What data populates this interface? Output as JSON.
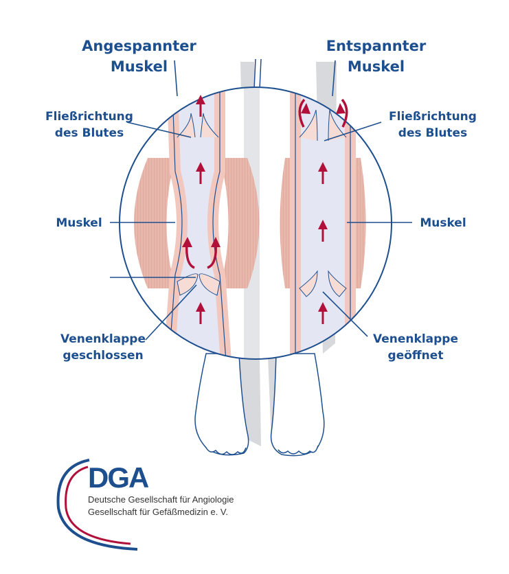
{
  "titles": {
    "left": [
      "Angespannter",
      "Muskel"
    ],
    "right": [
      "Entspannter",
      "Muskel"
    ]
  },
  "labels": {
    "flow_left": [
      "Fließrichtung",
      "des Blutes"
    ],
    "flow_right": [
      "Fließrichtung",
      "des Blutes"
    ],
    "muscle_left": "Muskel",
    "muscle_right": "Muskel",
    "valve_left": [
      "Venenklappe",
      "geschlossen"
    ],
    "valve_right": [
      "Venenklappe",
      "geöffnet"
    ]
  },
  "logo": {
    "mark": "DGA",
    "line1": "Deutsche Gesellschaft für Angiologie",
    "line2": "Gesellschaft für Gefäßmedizin e. V."
  },
  "colors": {
    "label_blue": "#1d4f8f",
    "arrow_red": "#b0103a",
    "muscle": "#e8b8ad",
    "vein": "#e4e6f3"
  }
}
